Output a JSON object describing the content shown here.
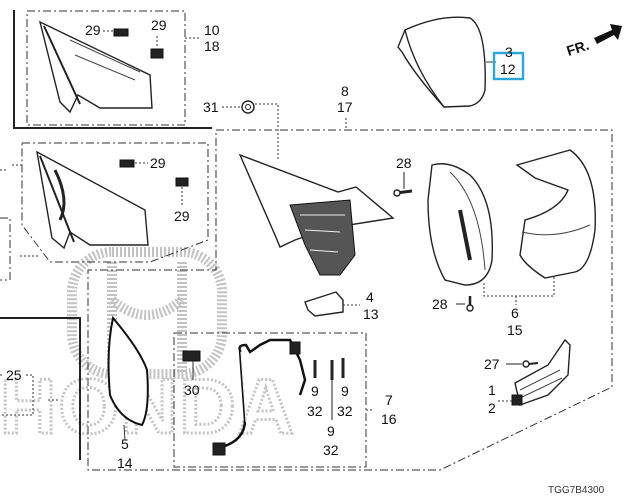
{
  "diagram": {
    "title_code": "TGG7B4300",
    "direction_indicator": "FR.",
    "watermark_brand": "HONDA",
    "highlight_color": "#2aa7d8",
    "highlighted_callout": "3 / 12",
    "callouts": [
      {
        "id": "c29a",
        "text": "29"
      },
      {
        "id": "c29b",
        "text": "29"
      },
      {
        "id": "c10",
        "text": "10"
      },
      {
        "id": "c18",
        "text": "18"
      },
      {
        "id": "c3",
        "text": "3"
      },
      {
        "id": "c12",
        "text": "12"
      },
      {
        "id": "c31",
        "text": "31"
      },
      {
        "id": "c8",
        "text": "8"
      },
      {
        "id": "c17",
        "text": "17"
      },
      {
        "id": "c29c",
        "text": "29"
      },
      {
        "id": "c29d",
        "text": "29"
      },
      {
        "id": "c28a",
        "text": "28"
      },
      {
        "id": "c28b",
        "text": "28"
      },
      {
        "id": "c6",
        "text": "6"
      },
      {
        "id": "c15",
        "text": "15"
      },
      {
        "id": "c4",
        "text": "4"
      },
      {
        "id": "c13",
        "text": "13"
      },
      {
        "id": "c25",
        "text": "25"
      },
      {
        "id": "c27",
        "text": "27"
      },
      {
        "id": "c1",
        "text": "1"
      },
      {
        "id": "c2",
        "text": "2"
      },
      {
        "id": "c30",
        "text": "30"
      },
      {
        "id": "c9a",
        "text": "9"
      },
      {
        "id": "c32a",
        "text": "32"
      },
      {
        "id": "c9b",
        "text": "9"
      },
      {
        "id": "c32b",
        "text": "32"
      },
      {
        "id": "c9c",
        "text": "9"
      },
      {
        "id": "c32c",
        "text": "32"
      },
      {
        "id": "c7",
        "text": "7"
      },
      {
        "id": "c16",
        "text": "16"
      },
      {
        "id": "c5",
        "text": "5"
      },
      {
        "id": "c14",
        "text": "14"
      }
    ]
  }
}
